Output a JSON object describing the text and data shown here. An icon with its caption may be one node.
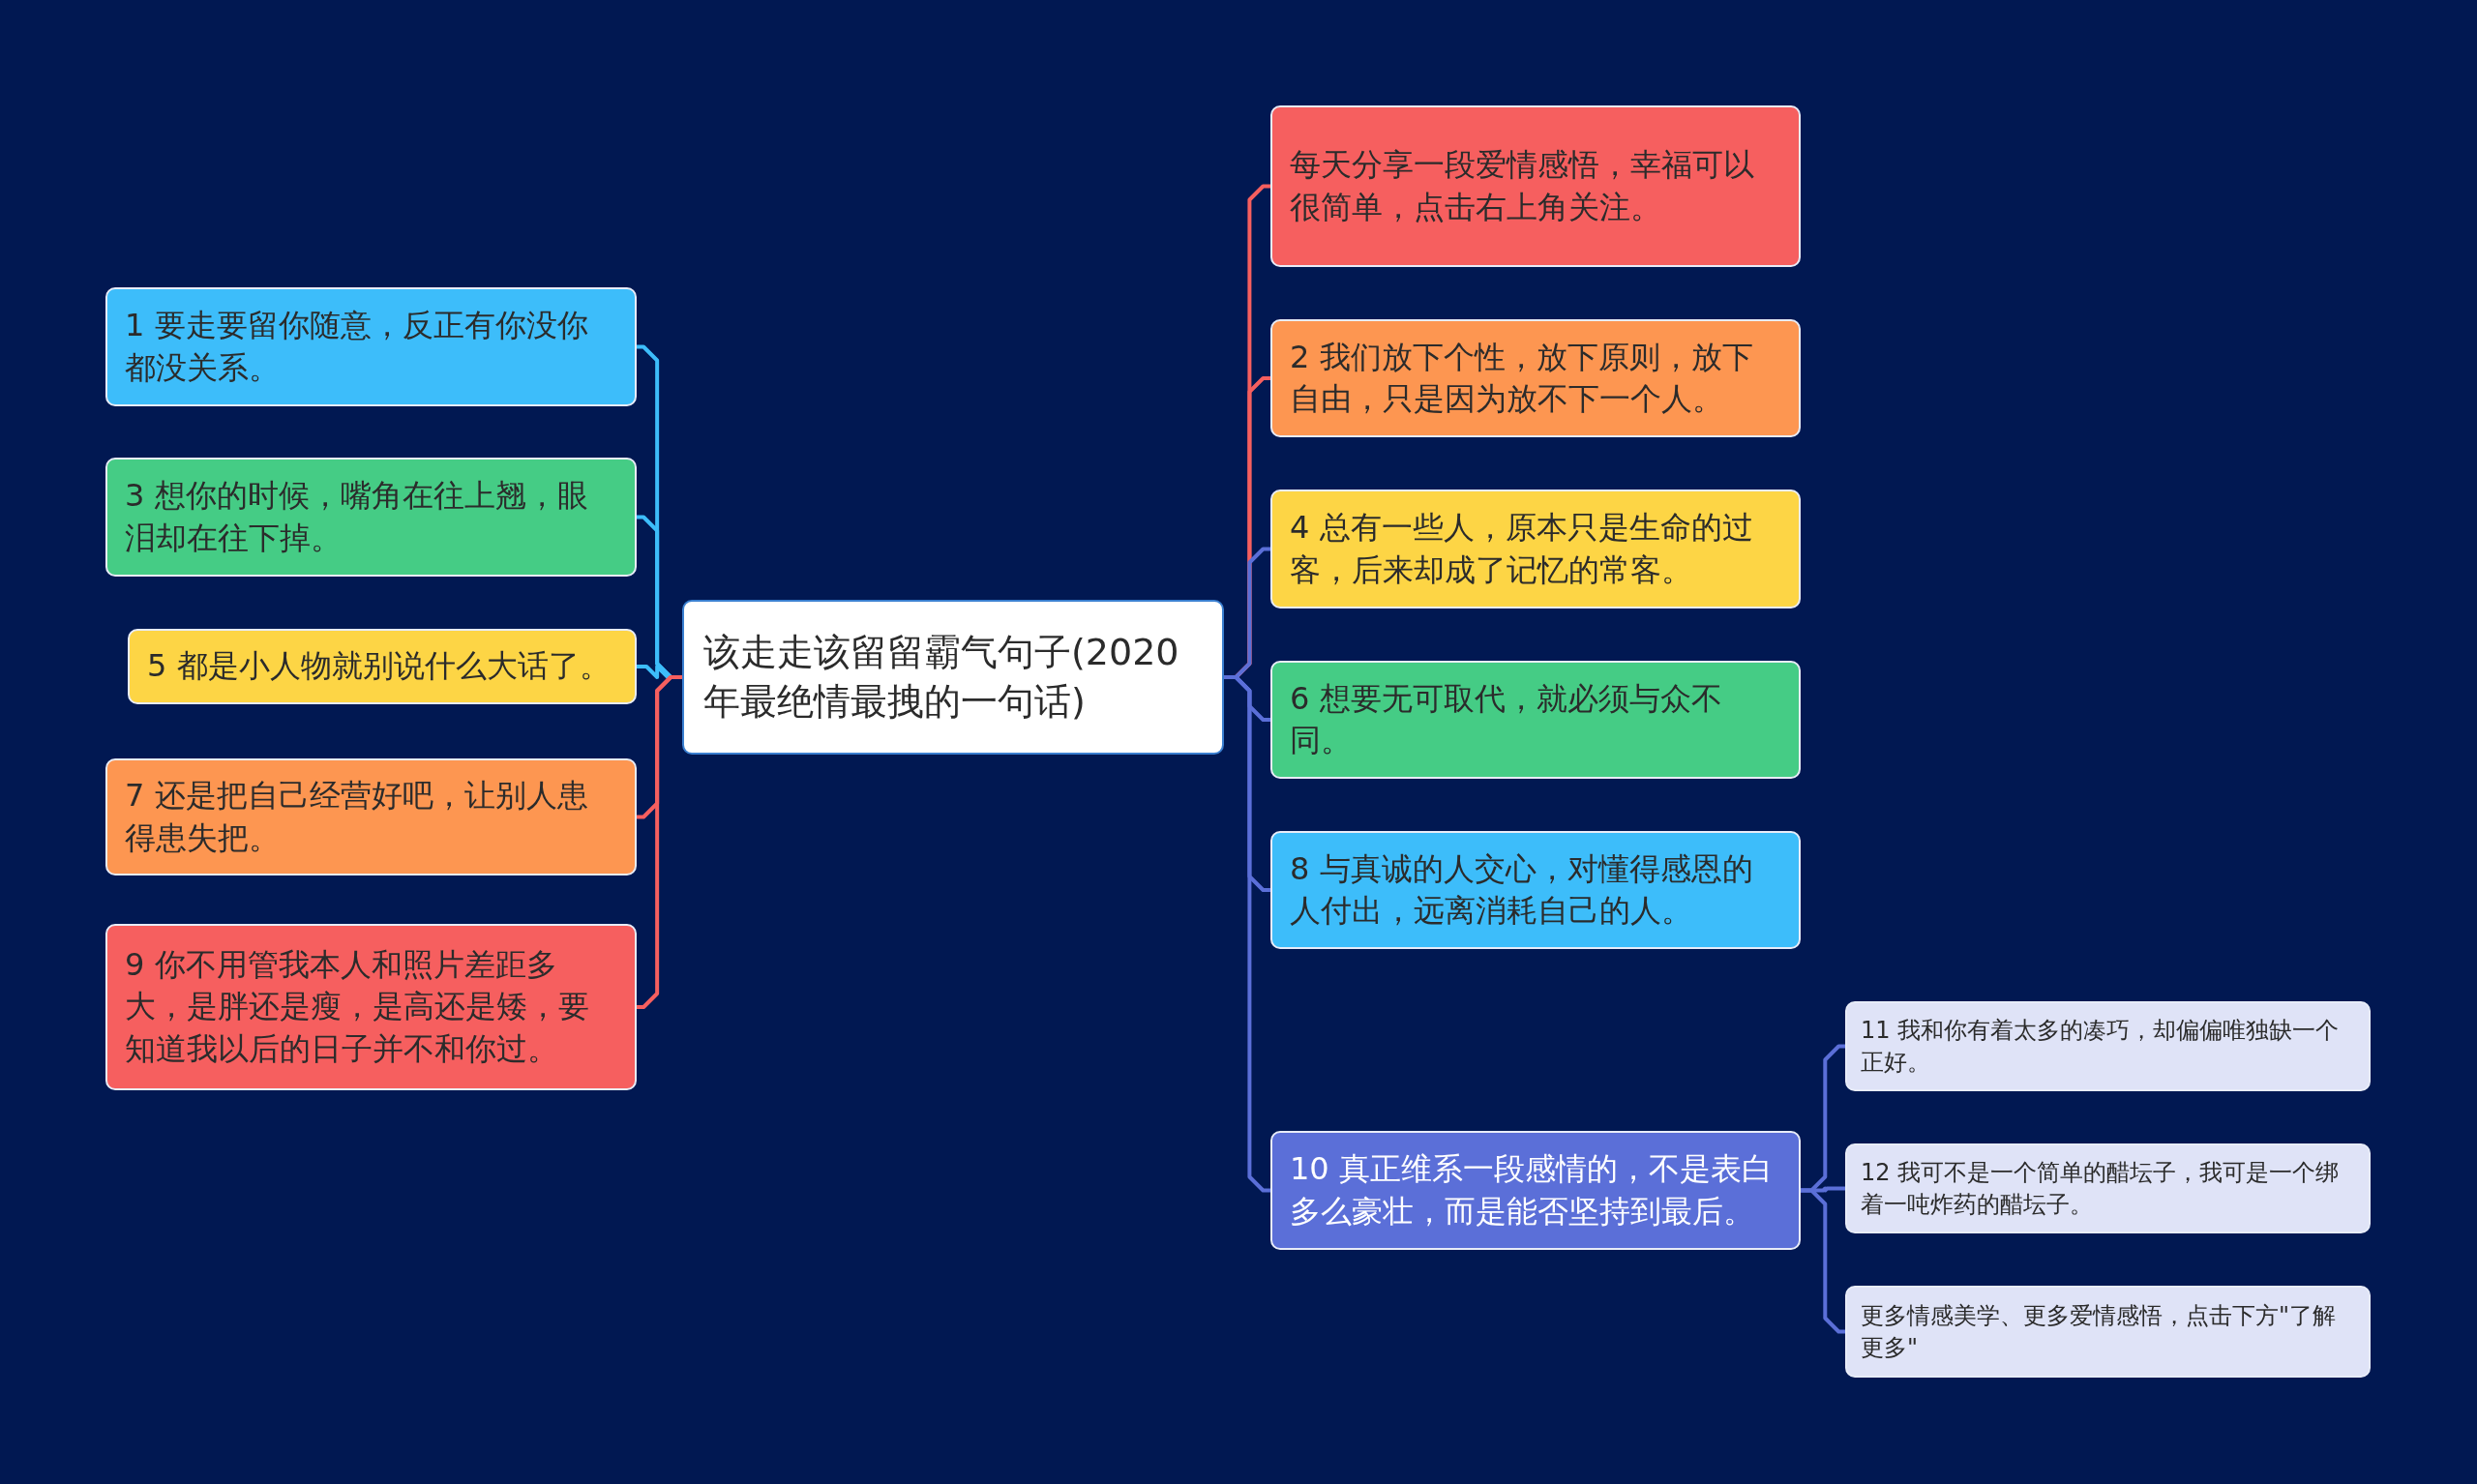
{
  "diagram": {
    "nodes": [
      {
        "text": [
          "该走走该留留霸气句子(2020年最绝情最拽的一句话)"
        ]
      },
      {
        "text": [
          "1 要走要留你随意，反正有你没你都没关系。"
        ]
      },
      {
        "text": [
          "3 想你的时候，嘴角在往上翘，眼泪却在往下掉。"
        ]
      },
      {
        "text": [
          "5 都是小人物就别说什么大话了。"
        ]
      },
      {
        "text": [
          "7 还是把自己经营好吧，让别人患得患失把。"
        ]
      },
      {
        "text": [
          "9 你不用管我本人和照片差距多大，是胖还是瘦，是高还是矮，要知道我以后的日子并不和你过。"
        ]
      },
      {
        "text": [
          "每天分享一段爱情感悟，幸福可以很简单，点击右上角关注。"
        ]
      },
      {
        "text": [
          "2 我们放下个性，放下原则，放下自由，只是因为放不下一个人。"
        ]
      },
      {
        "text": [
          "4 总有一些人，原本只是生命的过客，后来却成了记忆的常客。"
        ]
      },
      {
        "text": [
          "6 想要无可取代，就必须与众不同。"
        ]
      },
      {
        "text": [
          "8 与真诚的人交心，对懂得感恩的人付出，远离消耗自己的人。"
        ]
      },
      {
        "text": [
          "10 真正维系一段感情的，不是表白多么豪壮，而是能否坚持到最后。"
        ]
      },
      {
        "text": [
          "11 我和你有着太多的凑巧，却偏偏唯独缺一个正好。"
        ]
      },
      {
        "text": [
          "12 我可不是一个简单的醋坛子，我可是一个绑着一吨炸药的醋坛子。"
        ]
      },
      {
        "text": [
          "更多情感美学、更多爱情感悟，点击下方\"了解更多\""
        ]
      }
    ],
    "edges": [
      {
        "from": 0,
        "to": 1,
        "arrow": "none",
        "color": "#3dbdfa"
      },
      {
        "from": 0,
        "to": 2,
        "arrow": "none",
        "color": "#3dbdfa"
      },
      {
        "from": 0,
        "to": 3,
        "arrow": "none",
        "color": "#3dbdfa"
      },
      {
        "from": 0,
        "to": 4,
        "arrow": "none",
        "color": "#f65f5f"
      },
      {
        "from": 0,
        "to": 5,
        "arrow": "none",
        "color": "#f65f5f"
      },
      {
        "from": 0,
        "to": 6,
        "arrow": "none",
        "color": "#f65f5f"
      },
      {
        "from": 0,
        "to": 7,
        "arrow": "none",
        "color": "#f65f5f"
      },
      {
        "from": 0,
        "to": 8,
        "arrow": "none",
        "color": "#5b6fd8"
      },
      {
        "from": 0,
        "to": 9,
        "arrow": "none",
        "color": "#5b6fd8"
      },
      {
        "from": 0,
        "to": 10,
        "arrow": "none",
        "color": "#5b6fd8"
      },
      {
        "from": 0,
        "to": 11,
        "arrow": "none",
        "color": "#5b6fd8"
      },
      {
        "from": 11,
        "to": 12,
        "arrow": "none",
        "color": "#5b6fd8"
      },
      {
        "from": 11,
        "to": 13,
        "arrow": "none",
        "color": "#5b6fd8"
      },
      {
        "from": 11,
        "to": 14,
        "arrow": "none",
        "color": "#5b6fd8"
      }
    ]
  }
}
